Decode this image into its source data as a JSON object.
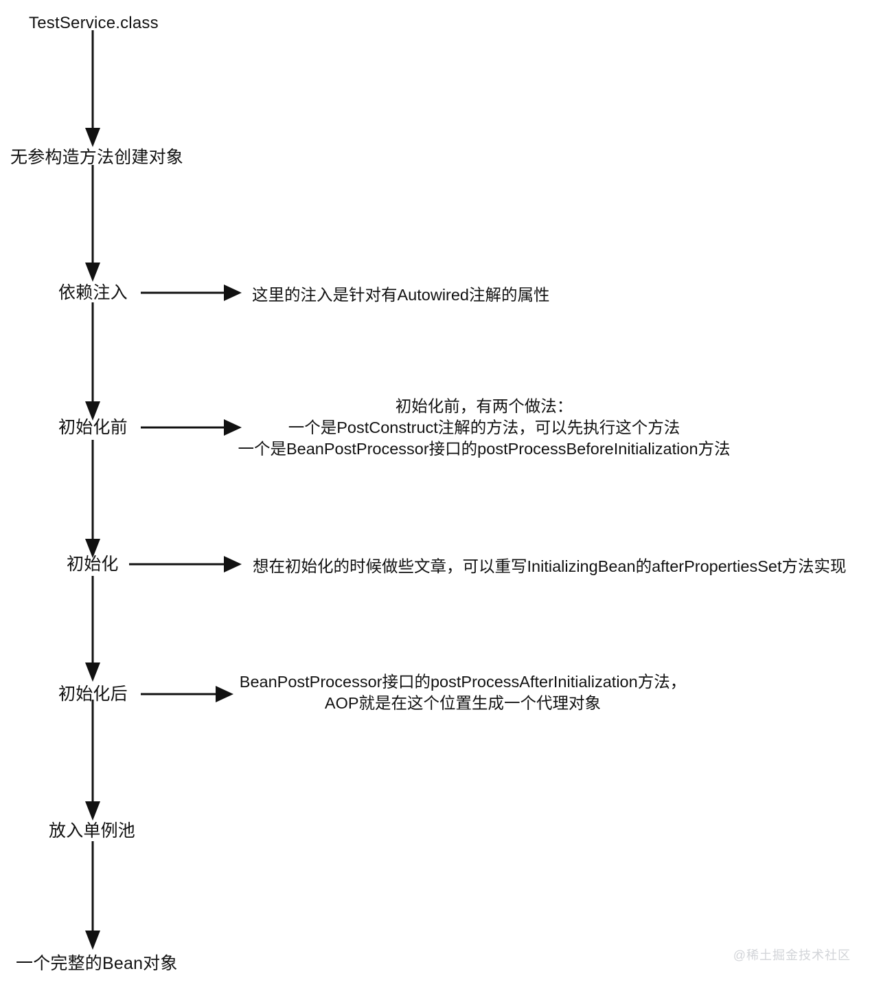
{
  "diagram": {
    "title_node": "TestService.class",
    "theme": {
      "background": "#ffffff",
      "line_color": "#111111",
      "text_color": "#111111",
      "watermark_color": "#d2d4d8"
    },
    "nodes": [
      {
        "id": "class",
        "label": "TestService.class",
        "script": "latin"
      },
      {
        "id": "construct",
        "label": "无参构造方法创建对象",
        "script": "cjk"
      },
      {
        "id": "inject",
        "label": "依赖注入",
        "script": "cjk"
      },
      {
        "id": "before-init",
        "label": "初始化前",
        "script": "cjk"
      },
      {
        "id": "init",
        "label": "初始化",
        "script": "cjk"
      },
      {
        "id": "after-init",
        "label": "初始化后",
        "script": "cjk"
      },
      {
        "id": "singleton-pool",
        "label": "放入单例池",
        "script": "cjk"
      },
      {
        "id": "complete-bean",
        "label": "一个完整的Bean对象",
        "script": "cjk"
      }
    ],
    "branches": [
      {
        "id": "inject-note",
        "from": "inject",
        "align": "left",
        "lines": [
          "这里的注入是针对有Autowired注解的属性"
        ]
      },
      {
        "id": "before-init-note",
        "from": "before-init",
        "align": "center",
        "lines": [
          "初始化前，有两个做法：",
          "一个是PostConstruct注解的方法，可以先执行这个方法",
          "一个是BeanPostProcessor接口的postProcessBeforeInitialization方法"
        ]
      },
      {
        "id": "init-note",
        "from": "init",
        "align": "left",
        "lines": [
          "想在初始化的时候做些文章，可以重写InitializingBean的afterPropertiesSet方法实现"
        ]
      },
      {
        "id": "after-init-note",
        "from": "after-init",
        "align": "center",
        "lines": [
          "BeanPostProcessor接口的postProcessAfterInitialization方法，",
          "AOP就是在这个位置生成一个代理对象"
        ]
      }
    ],
    "watermark": "@稀土掘金技术社区"
  }
}
